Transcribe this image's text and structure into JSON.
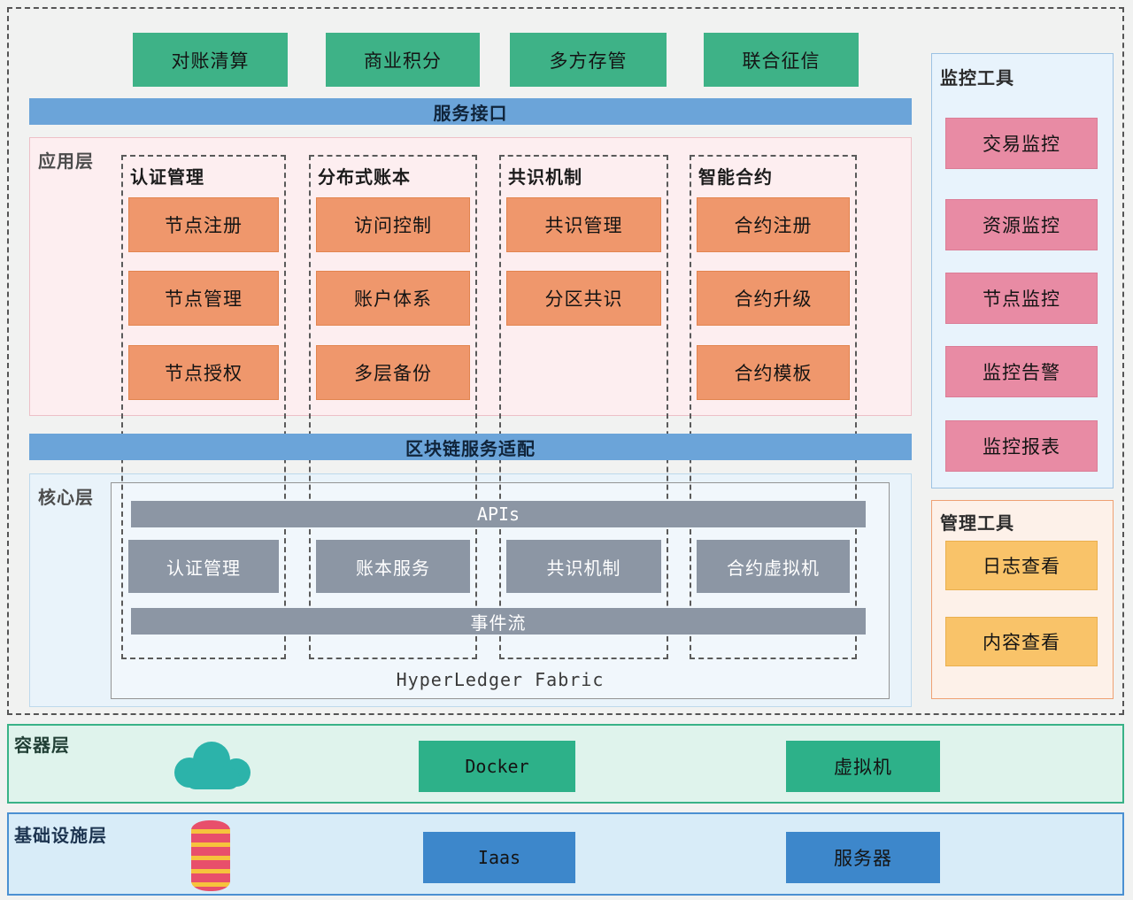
{
  "top_services": {
    "items": [
      "对账清算",
      "商业积分",
      "多方存管",
      "联合征信"
    ]
  },
  "bars": {
    "service_interface": "服务接口",
    "blockchain_adapter": "区块链服务适配"
  },
  "application_layer": {
    "label": "应用层",
    "columns": [
      {
        "header": "认证管理",
        "items": [
          "节点注册",
          "节点管理",
          "节点授权"
        ]
      },
      {
        "header": "分布式账本",
        "items": [
          "访问控制",
          "账户体系",
          "多层备份"
        ]
      },
      {
        "header": "共识机制",
        "items": [
          "共识管理",
          "分区共识"
        ]
      },
      {
        "header": "智能合约",
        "items": [
          "合约注册",
          "合约升级",
          "合约模板"
        ]
      }
    ]
  },
  "core_layer": {
    "label": "核心层",
    "apis_bar": "APIs",
    "modules": [
      "认证管理",
      "账本服务",
      "共识机制",
      "合约虚拟机"
    ],
    "event_bar": "事件流",
    "platform": "HyperLedger Fabric"
  },
  "monitoring": {
    "title": "监控工具",
    "items": [
      "交易监控",
      "资源监控",
      "节点监控",
      "监控告警",
      "监控报表"
    ]
  },
  "management": {
    "title": "管理工具",
    "items": [
      "日志查看",
      "内容查看"
    ]
  },
  "container_layer": {
    "label": "容器层",
    "icon": "cloud-icon",
    "items": [
      "Docker",
      "虚拟机"
    ]
  },
  "infrastructure_layer": {
    "label": "基础设施层",
    "icon": "database-icon",
    "items": [
      "Iaas",
      "服务器"
    ]
  },
  "palette": {
    "green": "#3eb287",
    "green2": "#2db189",
    "blue_bar": "#6ba4d9",
    "orange": "#ef976c",
    "gray": "#8c96a4",
    "pink": "#e88ba4",
    "amber": "#f9c369",
    "blue_box": "#3d87cb",
    "teal": "#2cb3aa",
    "red": "#e84f6b",
    "yellow": "#f6c33c"
  }
}
